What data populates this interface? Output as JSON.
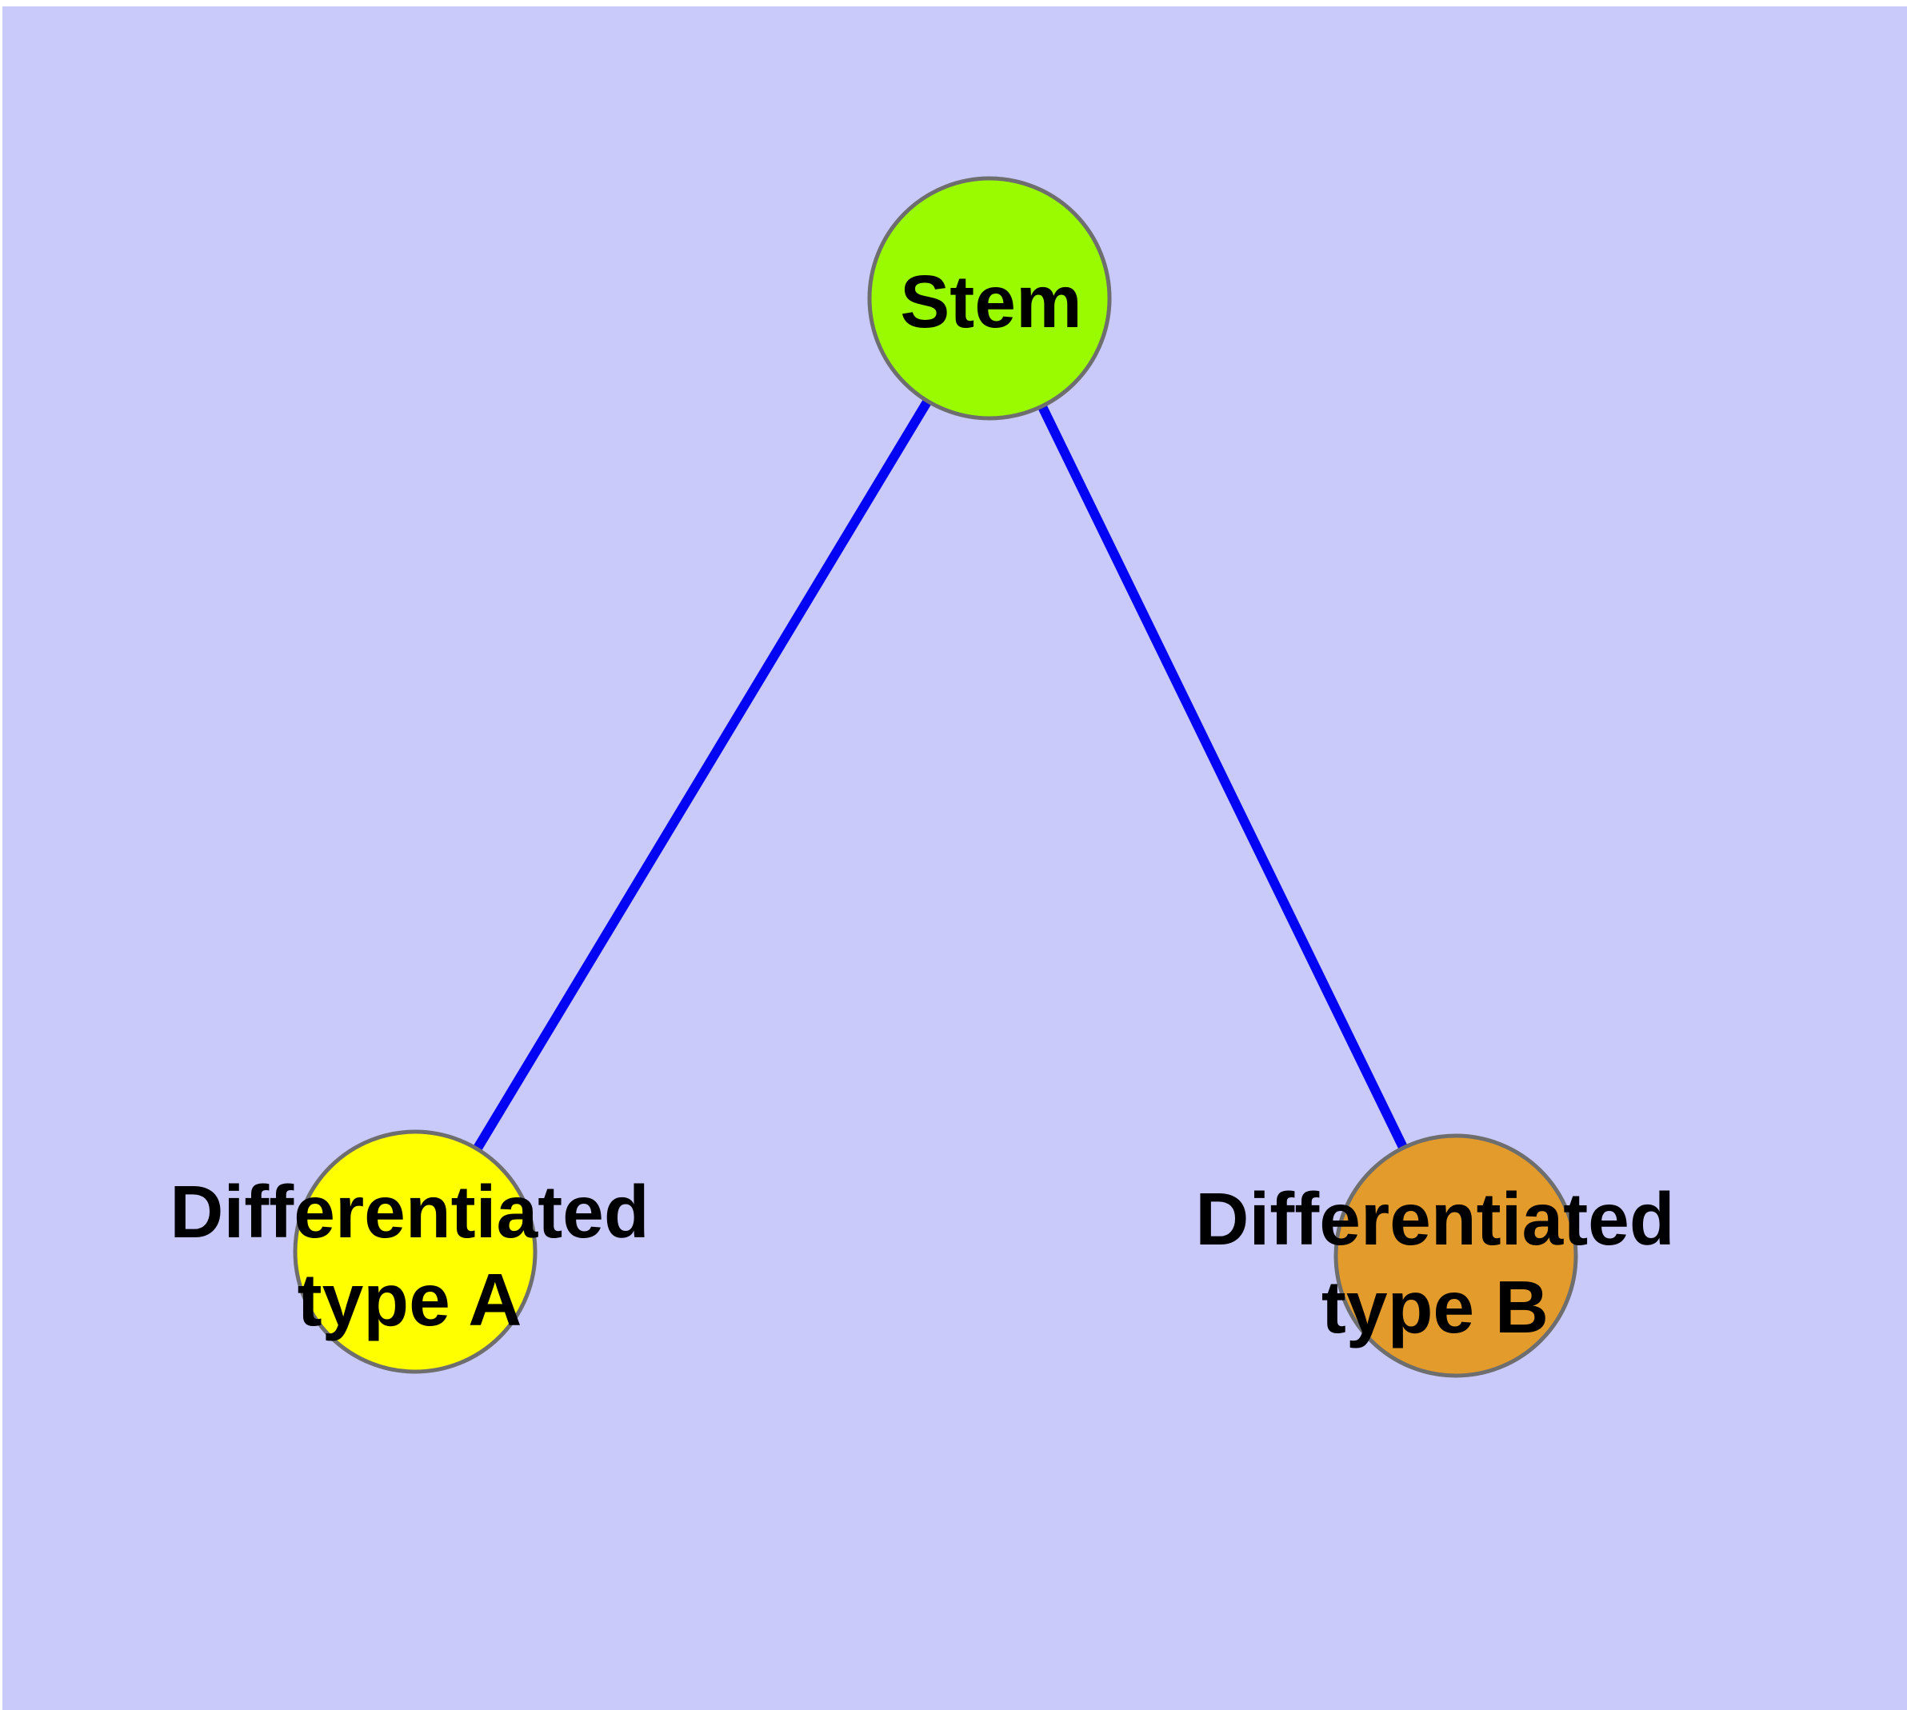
{
  "diagram": {
    "background_color": "#C9C9FA",
    "margin_color": "#FFFFFF",
    "edge_color": "#0404F4",
    "node_border_color": "#6E6E6E",
    "label_color": "#000000",
    "nodes": {
      "stem": {
        "label": "Stem",
        "fill": "#9AFB00"
      },
      "type_a": {
        "label_line1": "Differentiated",
        "label_line2": "type A",
        "fill": "#FFFF00"
      },
      "type_b": {
        "label_line1": "Differentiated",
        "label_line2": "type B",
        "fill": "#E39C2C"
      }
    },
    "edges": [
      {
        "from": "Stem",
        "to": "Differentiated type A"
      },
      {
        "from": "Stem",
        "to": "Differentiated type B"
      }
    ]
  }
}
